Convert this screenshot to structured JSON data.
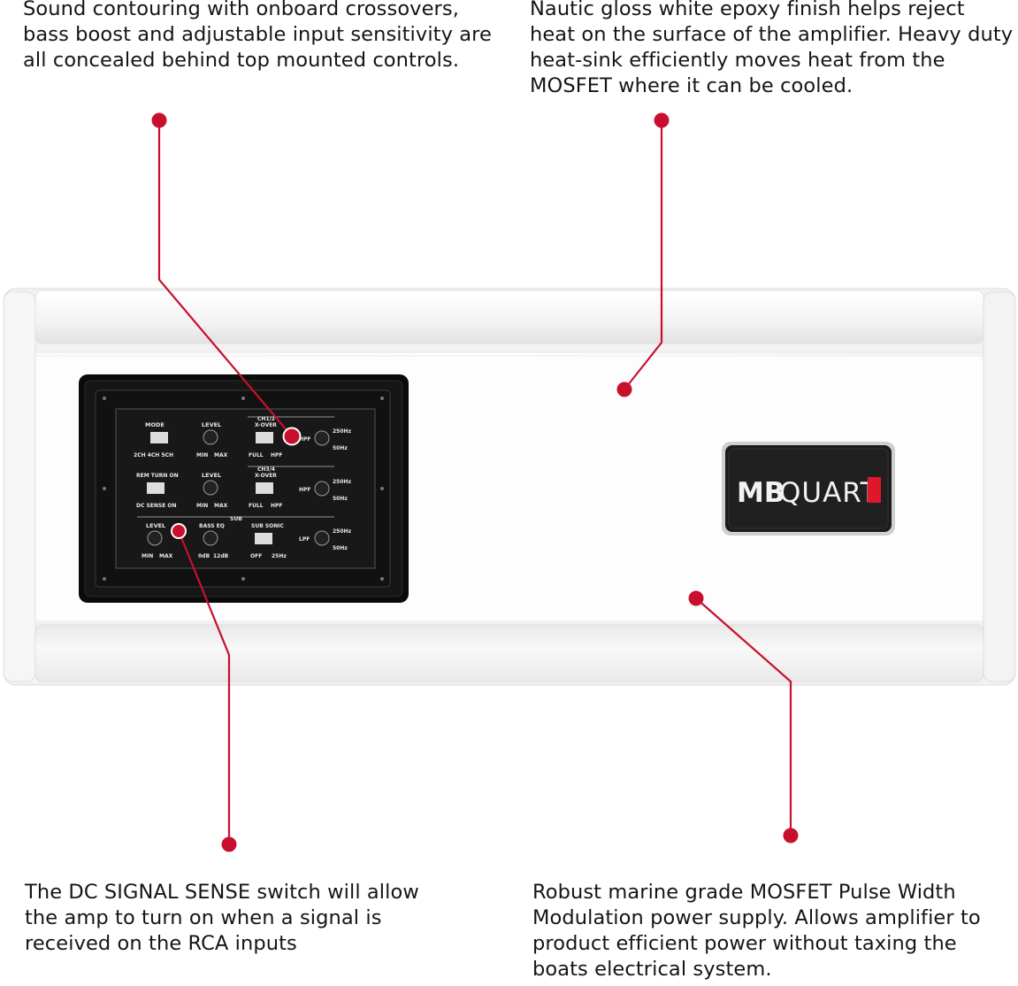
{
  "callouts": {
    "top_left": "Sound contouring with onboard crossovers, bass boost and adjustable input sensitivity are all concealed behind top mounted controls.",
    "top_right": "Nautic gloss white epoxy finish helps reject heat on the surface of the amplifier. Heavy duty heat-sink efficiently moves heat from the MOSFET where it can be cooled.",
    "bottom_left": "The DC SIGNAL SENSE switch will allow the amp to turn on when a signal is received on the RCA inputs",
    "bottom_right": "Robust marine grade MOSFET Pulse Width Modulation power supply. Allows amplifier to product efficient power without taxing the boats electrical system."
  },
  "logo": {
    "mb": "MB",
    "quart": "QUART"
  },
  "panel": {
    "mode": "MODE",
    "mode_opts": "2CH 4CH 5CH",
    "level": "LEVEL",
    "min": "MIN",
    "max": "MAX",
    "ch12": "CH1/2",
    "ch34": "CH3/4",
    "xover": "X-OVER",
    "full": "FULL",
    "hpf": "HPF",
    "lpf": "LPF",
    "f250": "250Hz",
    "f50": "50Hz",
    "rem_turn_on": "REM TURN ON",
    "dc_sense_on": "DC SENSE ON",
    "sub": "SUB",
    "bass_eq": "BASS EQ",
    "db0": "0dB",
    "db12": "12dB",
    "sub_sonic": "SUB SONIC",
    "off": "OFF",
    "hz25": "25Hz"
  },
  "colors": {
    "accent_red": "#c8102e",
    "panel_black": "#111111",
    "body_white": "#f7f7f7"
  }
}
